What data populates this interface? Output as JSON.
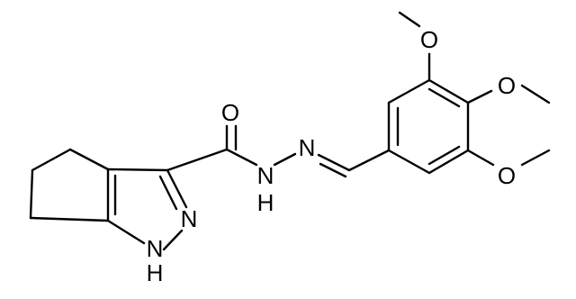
{
  "molecule": {
    "atoms": {
      "o_carbonyl": "O",
      "n_hydrazide": "N",
      "h_hydrazide": "H",
      "n_imine": "N",
      "n_pyrazole": "N",
      "nh_pyrazole": "N",
      "h_pyrazole": "H",
      "o_methoxy_top": "O",
      "o_methoxy_para": "O",
      "o_methoxy_bottom": "O"
    }
  }
}
